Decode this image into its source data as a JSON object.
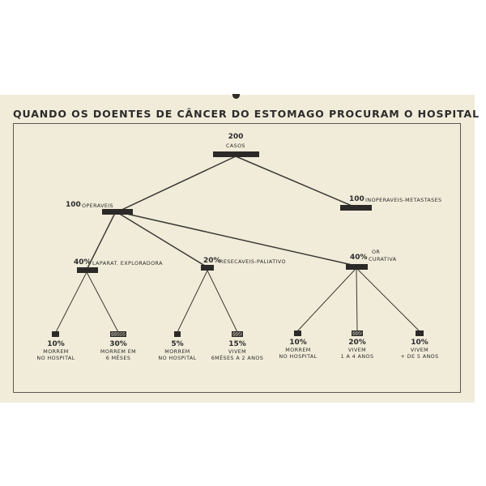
{
  "title": "QUANDO OS DOENTES DE CÂNCER DO ESTOMAGO PROCURAM O HOSPITAL",
  "root": {
    "count": "200",
    "label": "CASOS"
  },
  "operaveis": {
    "count": "100",
    "label": "OPERAVEIS"
  },
  "inoperaveis": {
    "count": "100",
    "label": "INOPERAVEIS-METASTASES"
  },
  "laparat": {
    "pct": "40%",
    "label": "LAPARAT. EXPLORADORA"
  },
  "resecaveis": {
    "pct": "20%",
    "label": "RESECAVEIS-PALIATIVO"
  },
  "curativa": {
    "pct": "40%",
    "label_top": "OR",
    "label": "CURATIVA"
  },
  "outcomes": [
    {
      "pct": "10%",
      "line1": "MORREM",
      "line2": "NO HOSPITAL"
    },
    {
      "pct": "30%",
      "line1": "MORREM EM",
      "line2": "6 MÊSES"
    },
    {
      "pct": "5%",
      "line1": "MORREM",
      "line2": "NO HOSPITAL"
    },
    {
      "pct": "15%",
      "line1": "VIVEM",
      "line2": "6MÊSES A 2 ANOS"
    },
    {
      "pct": "10%",
      "line1": "MORREM",
      "line2": "NO HOSPITAL"
    },
    {
      "pct": "20%",
      "line1": "VIVEM",
      "line2": "1 A 4 ANOS"
    },
    {
      "pct": "10%",
      "line1": "VIVEM",
      "line2": "+ DE 5 ANOS"
    }
  ]
}
